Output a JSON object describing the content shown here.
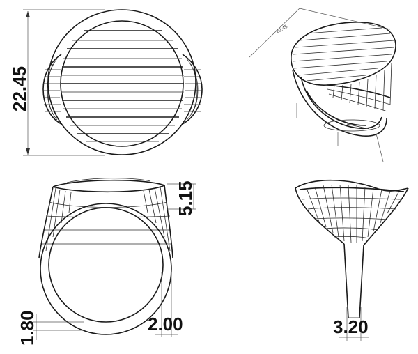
{
  "dimensions": {
    "height_top": "22.45",
    "iso_small": "22.45",
    "shank_top": "5.15",
    "band_left": "1.80",
    "band_right": "2.00",
    "side_width": "3.20"
  },
  "colors": {
    "line": "#1a1a1a",
    "dim": "#555555"
  }
}
